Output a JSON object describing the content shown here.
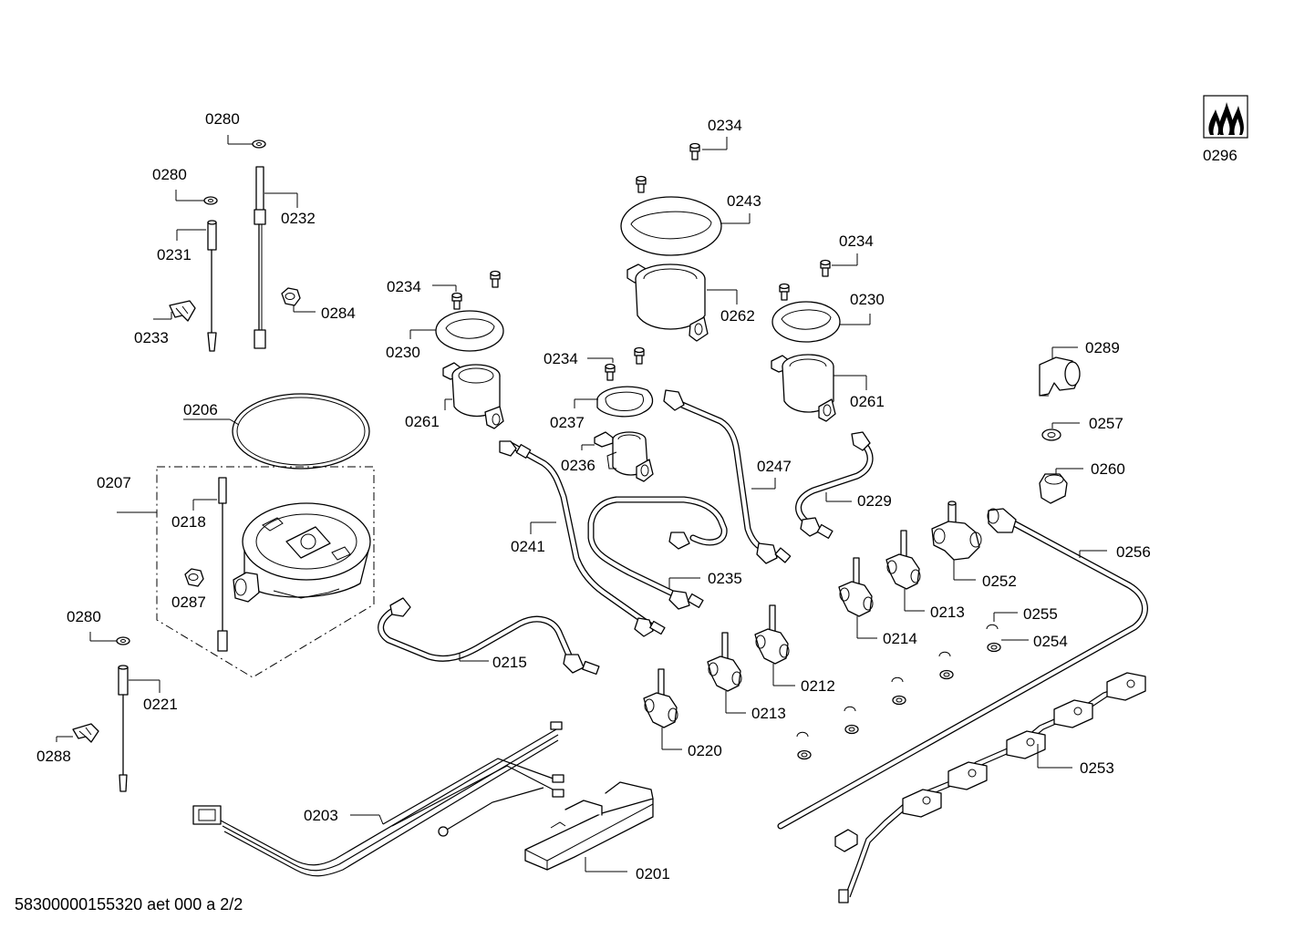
{
  "document": {
    "footer": "58300000155320 aet 000 a 2/2",
    "logo_label": "0296"
  },
  "callouts": {
    "p0280a": "0280",
    "p0280b": "0280",
    "p0280c": "0280",
    "p0232": "0232",
    "p0231": "0231",
    "p0233": "0233",
    "p0284": "0284",
    "p0206": "0206",
    "p0207": "0207",
    "p0218": "0218",
    "p0287": "0287",
    "p0221": "0221",
    "p0288": "0288",
    "p0234a": "0234",
    "p0234b": "0234",
    "p0234c": "0234",
    "p0234d": "0234",
    "p0243": "0243",
    "p0262": "0262",
    "p0230a": "0230",
    "p0230b": "0230",
    "p0261a": "0261",
    "p0261b": "0261",
    "p0237": "0237",
    "p0236": "0236",
    "p0241": "0241",
    "p0247": "0247",
    "p0229": "0229",
    "p0235": "0235",
    "p0289": "0289",
    "p0257": "0257",
    "p0260": "0260",
    "p0256": "0256",
    "p0252": "0252",
    "p0213a": "0213",
    "p0213b": "0213",
    "p0214": "0214",
    "p0255": "0255",
    "p0254": "0254",
    "p0212": "0212",
    "p0220": "0220",
    "p0215": "0215",
    "p0253": "0253",
    "p0203": "0203",
    "p0201": "0201"
  }
}
